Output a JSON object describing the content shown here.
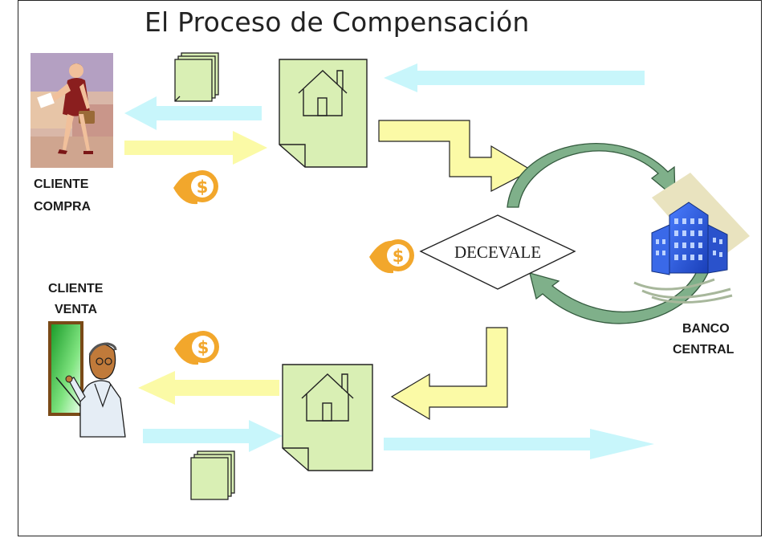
{
  "title": "El Proceso de Compensación",
  "labels": {
    "buyer_line1": "CLIENTE",
    "buyer_line2": "COMPRA",
    "seller_line1": "CLIENTE",
    "seller_line2": "VENTA",
    "bank_line1": "BANCO",
    "bank_line2": "CENTRAL",
    "depository": "DECEVALE"
  },
  "colors": {
    "cyan_arrow": "#c8f6fb",
    "yellow_arrow": "#fbfaa6",
    "document": "#d9efb4",
    "coin": "#f2a72c",
    "cycle_arrow": "#7fb08a",
    "building": "#2f5de0"
  }
}
